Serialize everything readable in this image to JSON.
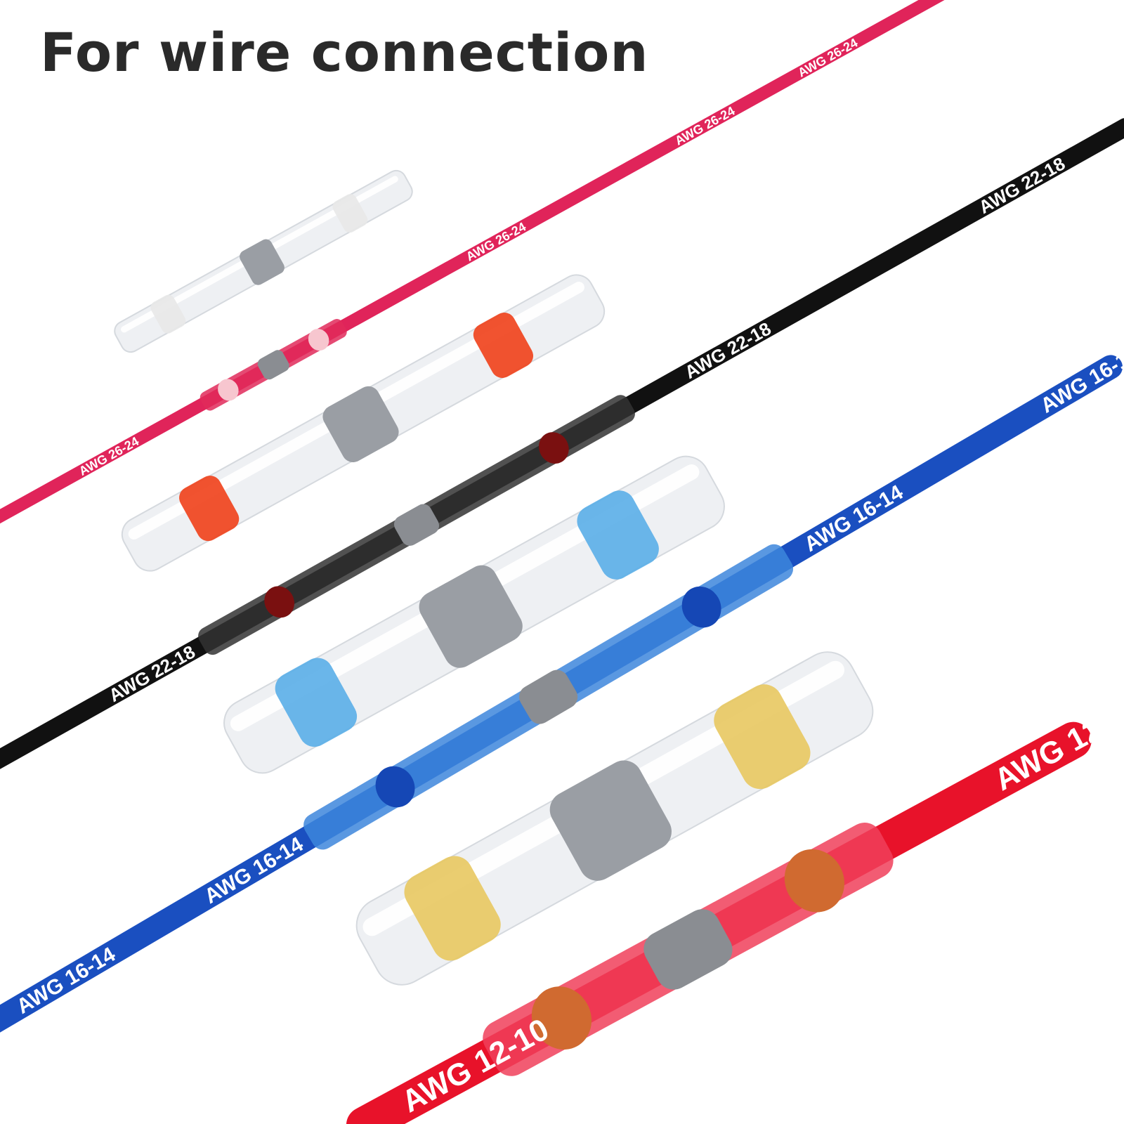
{
  "title": "For wire connection",
  "wires": [
    {
      "label": "AWG 26-24",
      "color": "#e0245a",
      "sleeve": "#e02a5a",
      "ring": "#f7c6cf"
    },
    {
      "label": "AWG 22-18",
      "color": "#111111",
      "sleeve": "#333333",
      "ring": "#7a1010"
    },
    {
      "label": "AWG 16-14",
      "color": "#1a4fc0",
      "sleeve": "#3d86dc",
      "ring": "#1547b5"
    },
    {
      "label": "AWG 12-10",
      "color": "#e8122a",
      "sleeve": "#f0405a",
      "ring": "#d06a30"
    }
  ],
  "connectors": [
    {
      "ring_color": "#e8e8e8"
    },
    {
      "ring_color": "#f0401a"
    },
    {
      "ring_color": "#5aaee8"
    },
    {
      "ring_color": "#e8c860"
    }
  ]
}
